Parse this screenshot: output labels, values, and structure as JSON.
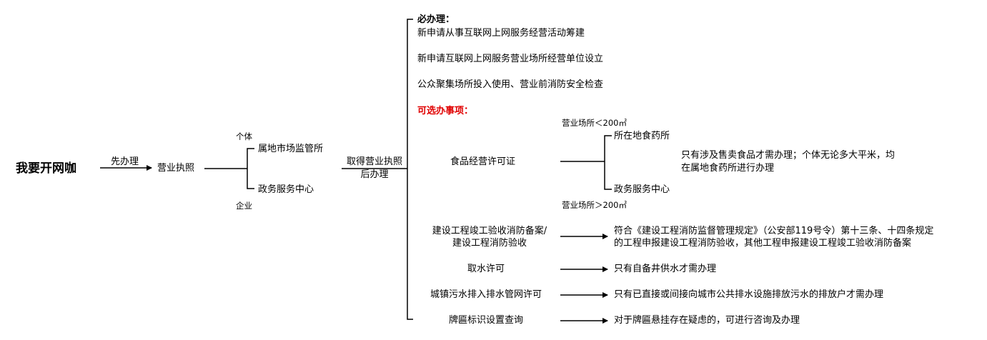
{
  "root": {
    "title": "我要开网咖"
  },
  "step1": {
    "edge_label": "先办理",
    "node": "营业执照"
  },
  "license_branch": {
    "upper_label": "个体",
    "upper_node": "属地市场监管所",
    "lower_node": "政务服务中心",
    "lower_label": "企业"
  },
  "step2": {
    "line1": "取得营业执照",
    "line2": "后办理"
  },
  "required": {
    "title": "必办理：",
    "items": [
      "新申请从事互联网上网服务经营活动筹建",
      "新申请互联网上网服务营业场所经营单位设立",
      "公众聚集场所投入使用、营业前消防安全检查"
    ]
  },
  "optional": {
    "title": "可选办事项：",
    "food": {
      "name": "食品经营许可证",
      "upper_label": "营业场所＜200㎡",
      "upper_node": "所在地食药所",
      "lower_node": "政务服务中心",
      "lower_label": "营业场所＞200㎡",
      "note_line1": "只有涉及售卖食品才需办理；个体无论多大平米，均",
      "note_line2": "在属地食药所进行办理"
    },
    "fire": {
      "name_line1": "建设工程竣工验收消防备案/",
      "name_line2": "建设工程消防验收",
      "note_line1": "符合《建设工程消防监督管理规定》（公安部119号令）第十三条、十四条规定",
      "note_line2": "的工程申报建设工程消防验收，其他工程申报建设工程竣工验收消防备案"
    },
    "water": {
      "name": "取水许可",
      "note": "只有自备井供水才需办理"
    },
    "sewage": {
      "name": "城镇污水排入排水管网许可",
      "note": "只有已直接或间接向城市公共排水设施排放污水的排放户才需办理"
    },
    "sign": {
      "name": "牌匾标识设置查询",
      "note": "对于牌匾悬挂存在疑虑的，可进行咨询及办理"
    }
  }
}
